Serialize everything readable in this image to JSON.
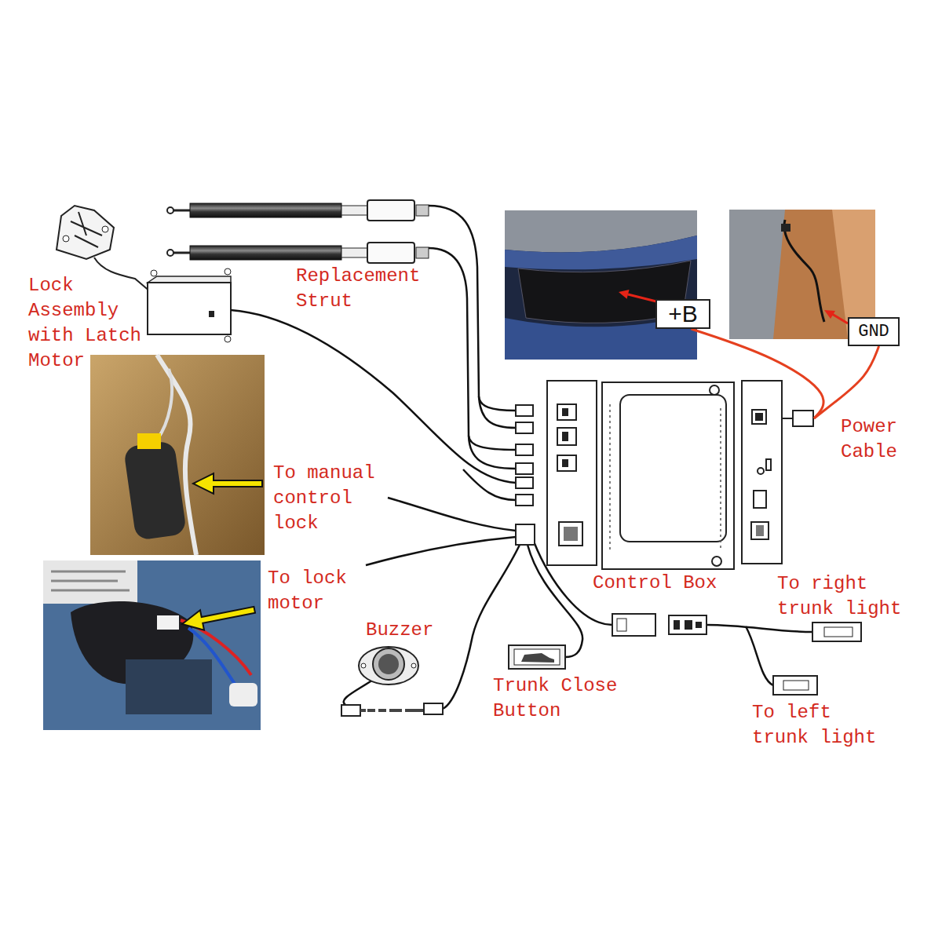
{
  "diagram": {
    "nodes": [
      {
        "text": [
          "+B"
        ]
      },
      {
        "text": [
          "GND"
        ]
      },
      {
        "text": [
          "Control Box"
        ]
      }
    ],
    "edges": [
      {
        "from": 0,
        "to": 2,
        "arrow": "none"
      },
      {
        "from": 1,
        "to": 2,
        "arrow": "none"
      }
    ],
    "labels": [
      "Lock Assembly with Latch Motor",
      "Replacement Strut",
      "Power Cable",
      "To manual control lock",
      "To lock motor",
      "Buzzer",
      "Trunk Close Button",
      "To right trunk light",
      "To left trunk light"
    ]
  }
}
